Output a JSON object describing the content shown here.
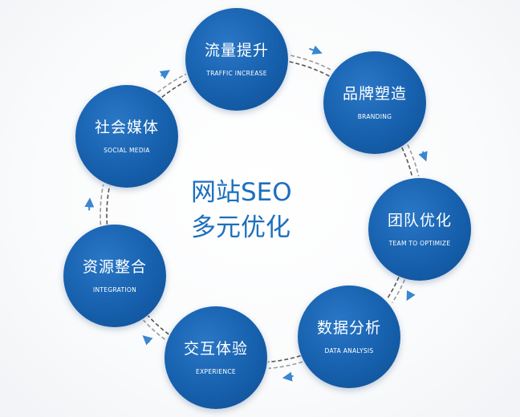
{
  "center": {
    "line1": "网站SEO",
    "line2": "多元优化"
  },
  "nodes": [
    {
      "cn": "流量提升",
      "en": "TRAFFIC INCREASE"
    },
    {
      "cn": "品牌塑造",
      "en": "BRANDING"
    },
    {
      "cn": "团队优化",
      "en": "TEAM TO OPTIMIZE"
    },
    {
      "cn": "数据分析",
      "en": "DATA ANALYSIS"
    },
    {
      "cn": "交互体验",
      "en": "EXPERIENCE"
    },
    {
      "cn": "资源整合",
      "en": "INTEGRATION"
    },
    {
      "cn": "社会媒体",
      "en": "SOCIAL MEDIA"
    }
  ],
  "colors": {
    "node": "#1660ad",
    "accent": "#1c6fbe",
    "connector": "#444444",
    "arrow": "#3a86d0"
  },
  "icons": {
    "connector_arrow": "curved-arrow-icon"
  }
}
